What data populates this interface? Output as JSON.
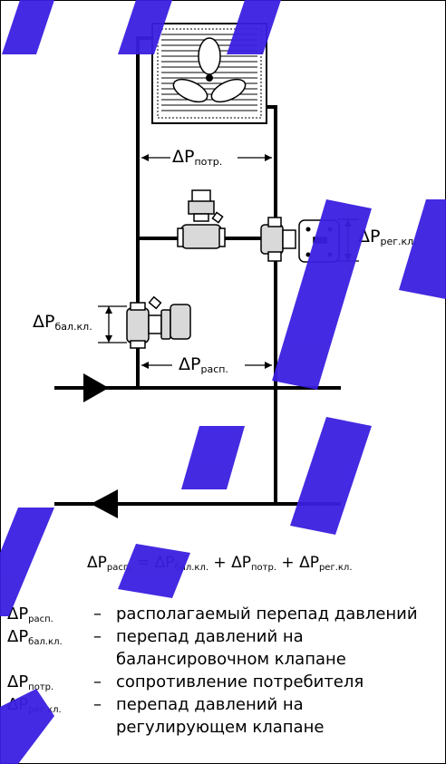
{
  "colors": {
    "line": "#000000",
    "watermark": "#3a1fe0",
    "valve_body": "#d9d9d9"
  },
  "icons": {
    "fan_unit": "fan-coil-icon",
    "balancing_valve": "balancing-valve-icon",
    "control_valve": "control-valve-icon",
    "flow_arrow": "flow-arrow-icon"
  },
  "labels": {
    "dp_potr": {
      "delta": "ΔP",
      "sub": "потр."
    },
    "dp_regkl": {
      "delta": "ΔP",
      "sub": "рег.кл."
    },
    "dp_balkl": {
      "delta": "ΔP",
      "sub": "бал.кл."
    },
    "dp_rasp": {
      "delta": "ΔP",
      "sub": "расп."
    }
  },
  "equation": {
    "lhs_delta": "ΔP",
    "lhs_sub": "расп.",
    "eq": " = ",
    "t1_delta": "ΔP",
    "t1_sub": "бал.кл.",
    "plus1": " + ",
    "t2_delta": "ΔP",
    "t2_sub": "потр.",
    "plus2": " + ",
    "t3_delta": "ΔP",
    "t3_sub": "рег.кл."
  },
  "legend": {
    "dash": "–",
    "items": [
      {
        "delta": "ΔP",
        "sub": "расп.",
        "line1": "располагаемый перепад давлений",
        "line2": ""
      },
      {
        "delta": "ΔP",
        "sub": "бал.кл.",
        "line1": "перепад давлений на",
        "line2": "балансировочном клапане"
      },
      {
        "delta": "ΔP",
        "sub": "потр.",
        "line1": "сопротивление потребителя",
        "line2": ""
      },
      {
        "delta": "ΔP",
        "sub": "рег.кл.",
        "line1": "перепад давлений на",
        "line2": "регулирующем клапане"
      }
    ]
  }
}
